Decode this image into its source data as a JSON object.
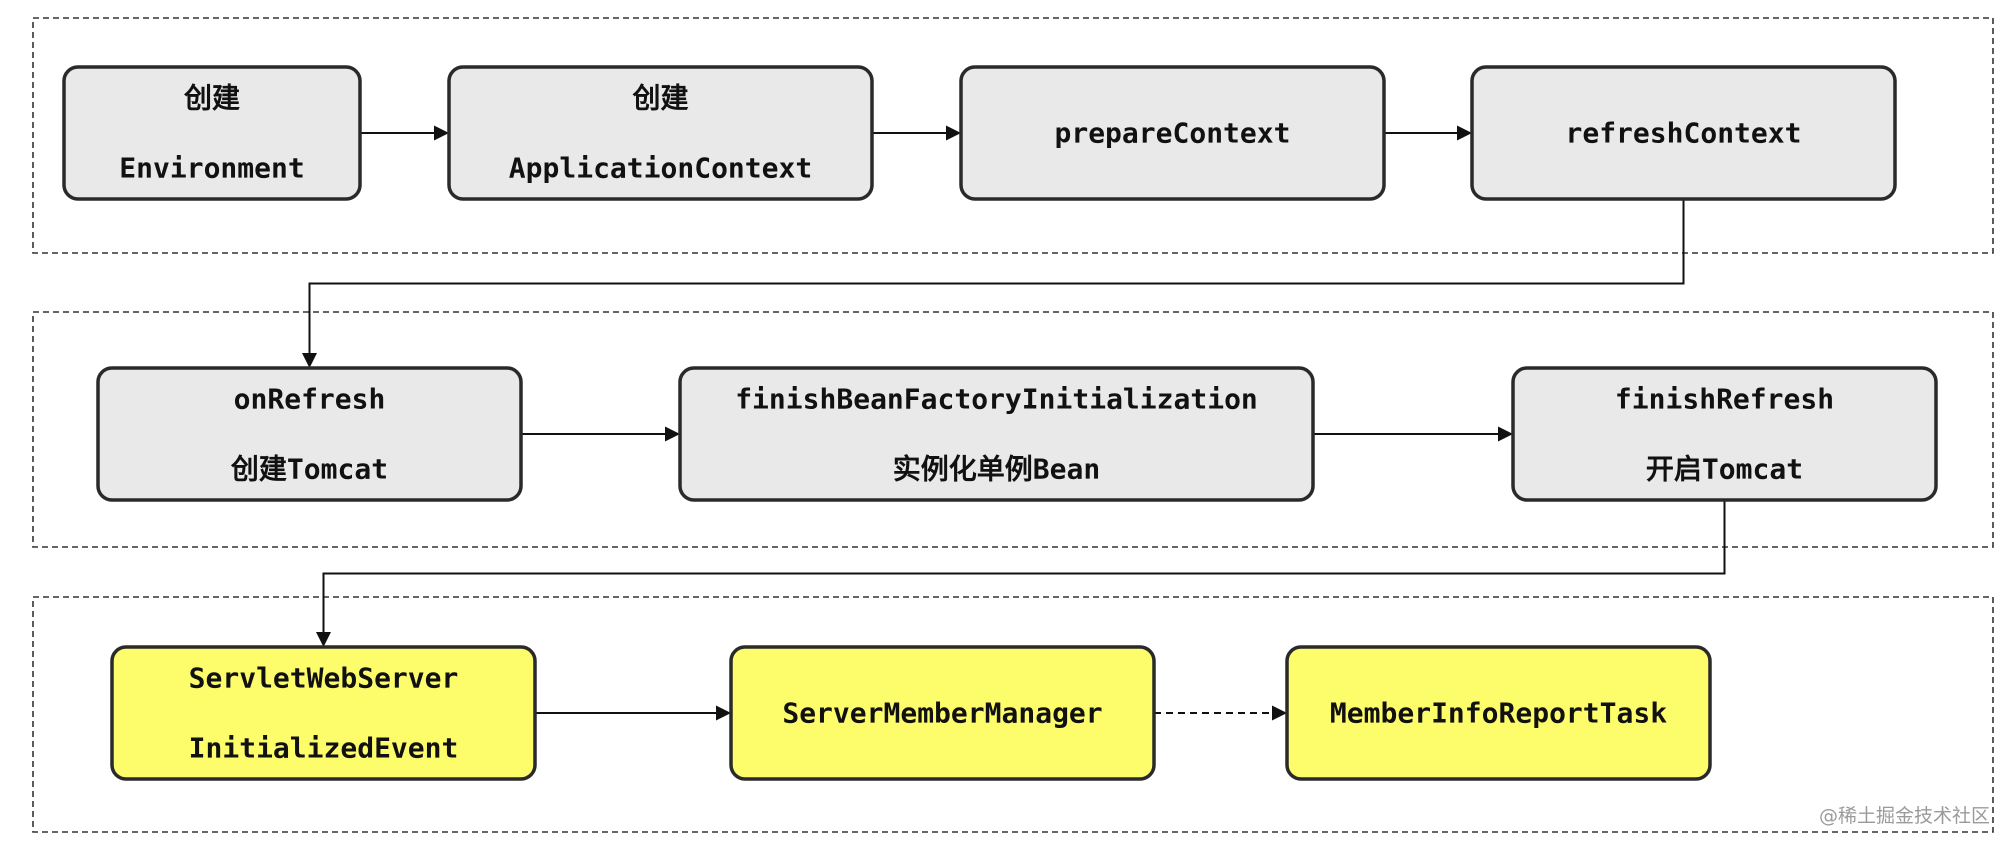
{
  "groups": [
    {
      "id": "context-phase"
    },
    {
      "id": "refresh-phase"
    },
    {
      "id": "event-phase"
    }
  ],
  "nodes": [
    {
      "id": "create-environment",
      "lines": [
        "创建",
        "Environment"
      ],
      "color": "#e9e9e9"
    },
    {
      "id": "create-application-context",
      "lines": [
        "创建",
        "ApplicationContext"
      ],
      "color": "#e9e9e9"
    },
    {
      "id": "prepare-context",
      "lines": [
        "prepareContext"
      ],
      "color": "#e9e9e9"
    },
    {
      "id": "refresh-context",
      "lines": [
        "refreshContext"
      ],
      "color": "#e9e9e9"
    },
    {
      "id": "on-refresh",
      "lines": [
        "onRefresh",
        "创建Tomcat"
      ],
      "color": "#e9e9e9"
    },
    {
      "id": "finish-bean-factory-initialization",
      "lines": [
        "finishBeanFactoryInitialization",
        "实例化单例Bean"
      ],
      "color": "#e9e9e9"
    },
    {
      "id": "finish-refresh",
      "lines": [
        "finishRefresh",
        "开启Tomcat"
      ],
      "color": "#e9e9e9"
    },
    {
      "id": "servlet-web-server-initialized-event",
      "lines": [
        "ServletWebServer",
        "InitializedEvent"
      ],
      "color": "#fdfd6b"
    },
    {
      "id": "server-member-manager",
      "lines": [
        "ServerMemberManager"
      ],
      "color": "#fdfd6b"
    },
    {
      "id": "member-info-report-task",
      "lines": [
        "MemberInfoReportTask"
      ],
      "color": "#fdfd6b"
    }
  ],
  "edges": [
    {
      "from": "create-environment",
      "to": "create-application-context",
      "style": "solid"
    },
    {
      "from": "create-application-context",
      "to": "prepare-context",
      "style": "solid"
    },
    {
      "from": "prepare-context",
      "to": "refresh-context",
      "style": "solid"
    },
    {
      "from": "refresh-context",
      "to": "on-refresh",
      "style": "solid"
    },
    {
      "from": "on-refresh",
      "to": "finish-bean-factory-initialization",
      "style": "solid"
    },
    {
      "from": "finish-bean-factory-initialization",
      "to": "finish-refresh",
      "style": "solid"
    },
    {
      "from": "finish-refresh",
      "to": "servlet-web-server-initialized-event",
      "style": "solid"
    },
    {
      "from": "servlet-web-server-initialized-event",
      "to": "server-member-manager",
      "style": "solid"
    },
    {
      "from": "server-member-manager",
      "to": "member-info-report-task",
      "style": "dashed"
    }
  ],
  "watermark": "@稀土掘金技术社区"
}
